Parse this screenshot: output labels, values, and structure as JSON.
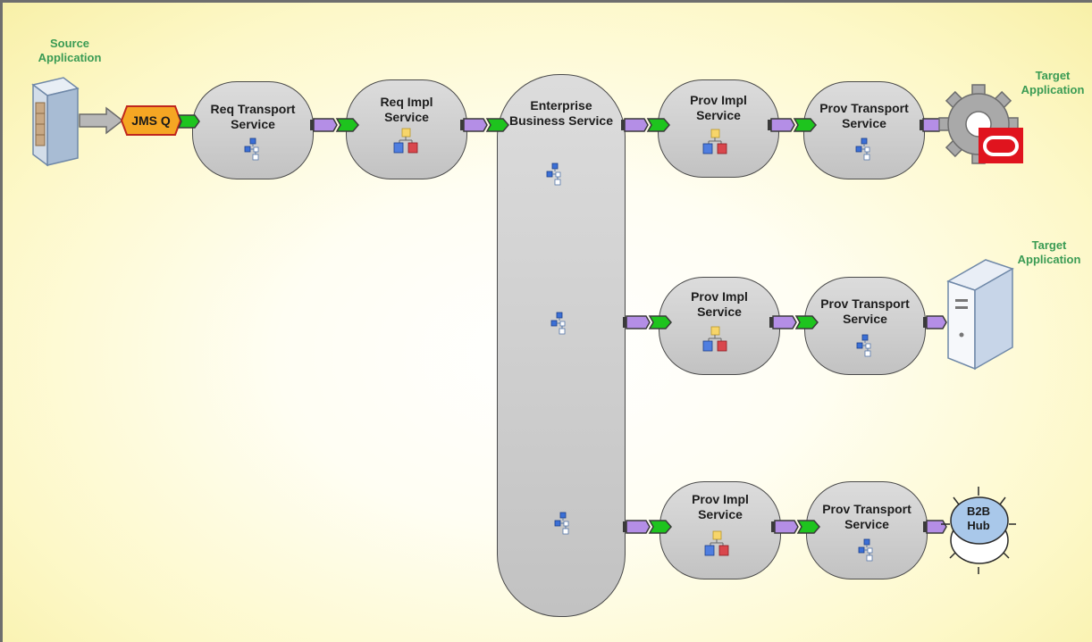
{
  "labels": {
    "source_application": "Source\nApplication",
    "target_application_1": "Target\nApplication",
    "target_application_2": "Target\nApplication",
    "jms_q": "JMS Q",
    "b2b_hub": "B2B\nHub"
  },
  "services": {
    "req_transport": "Req Transport\nService",
    "req_impl": "Req Impl\nService",
    "enterprise_business": "Enterprise\nBusiness Service",
    "prov_impl_1": "Prov Impl\nService",
    "prov_transport_1": "Prov Transport\nService",
    "prov_impl_2": "Prov Impl\nService",
    "prov_transport_2": "Prov Transport\nService",
    "prov_impl_3": "Prov Impl\nService",
    "prov_transport_3": "Prov Transport\nService"
  },
  "icons": {
    "composite": "composite-flow-icon",
    "impl": "impl-component-icon",
    "server": "server-icon",
    "gear": "oracle-gear-icon",
    "hub": "b2b-hub-icon"
  },
  "colors": {
    "label_green": "#3a9b54",
    "service_fill": "#cdcdcd",
    "arrow_purple": "#b48ee6",
    "arrow_green": "#1ec41e",
    "jms_orange": "#f5a623",
    "oracle_red": "#e0141e"
  }
}
